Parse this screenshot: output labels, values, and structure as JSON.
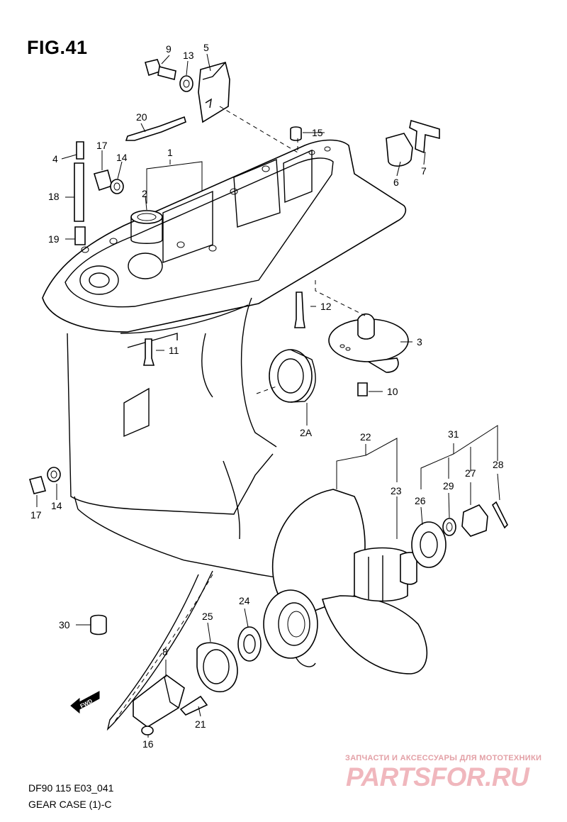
{
  "figure": {
    "title": "FIG.41",
    "model_code": "DF90 115 E03_041",
    "caption": "GEAR CASE (1)-C"
  },
  "callouts": [
    "1",
    "2",
    "2A",
    "3",
    "4",
    "5",
    "6",
    "7",
    "8",
    "9",
    "10",
    "11",
    "12",
    "13",
    "14",
    "14",
    "15",
    "16",
    "17",
    "17",
    "18",
    "19",
    "20",
    "21",
    "22",
    "23",
    "24",
    "25",
    "26",
    "27",
    "28",
    "29",
    "30",
    "31"
  ],
  "arrow_label": "FWD",
  "watermark": {
    "tagline": "ЗАПЧАСТИ И АКСЕССУАРЫ ДЛЯ МОТОТЕХНИКИ",
    "logo": "PARTSFOR.RU"
  },
  "colors": {
    "line": "#000000",
    "background": "#ffffff",
    "watermark": "#f0b7bd"
  }
}
